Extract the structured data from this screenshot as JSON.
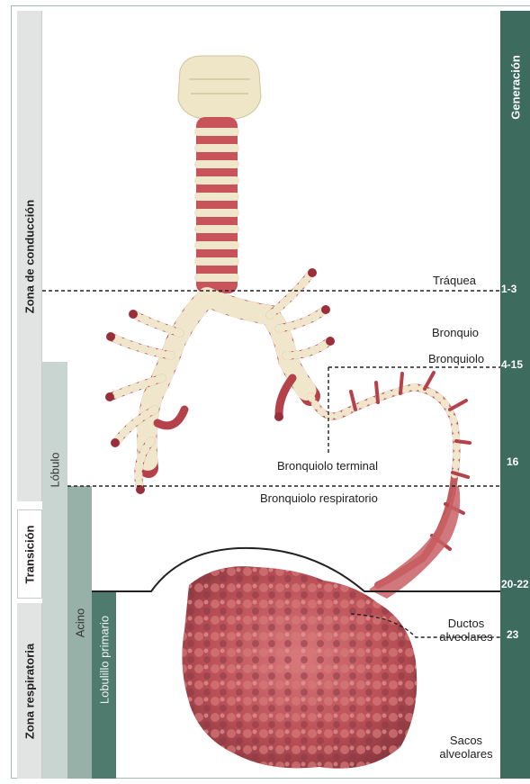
{
  "zones": {
    "conduccion": "Zona de conducción",
    "transicion": "Transición",
    "respiratoria": "Zona respiratoria"
  },
  "subzones": {
    "lobulo": "Lóbulo",
    "acino": "Acino",
    "lobulillo": "Lobulillo primario"
  },
  "generation": {
    "title": "Generación",
    "values": [
      "1-3",
      "4-15",
      "16",
      "20-22",
      "23"
    ]
  },
  "structures": {
    "traquea": "Tráquea",
    "bronquio": "Bronquio",
    "bronquiolo": "Bronquiolo",
    "bronquiolo_terminal": "Bronquiolo terminal",
    "bronquiolo_respiratorio": "Bronquiolo respiratorio",
    "ductos_line1": "Ductos",
    "ductos_line2": "alveolares",
    "sacos_line1": "Sacos",
    "sacos_line2": "alveolares"
  },
  "colors": {
    "generation_bar": "#3d6b5e",
    "airway_red": "#b5424a",
    "cartilage": "#efe6cc",
    "alveoli": "#c25a5e"
  }
}
